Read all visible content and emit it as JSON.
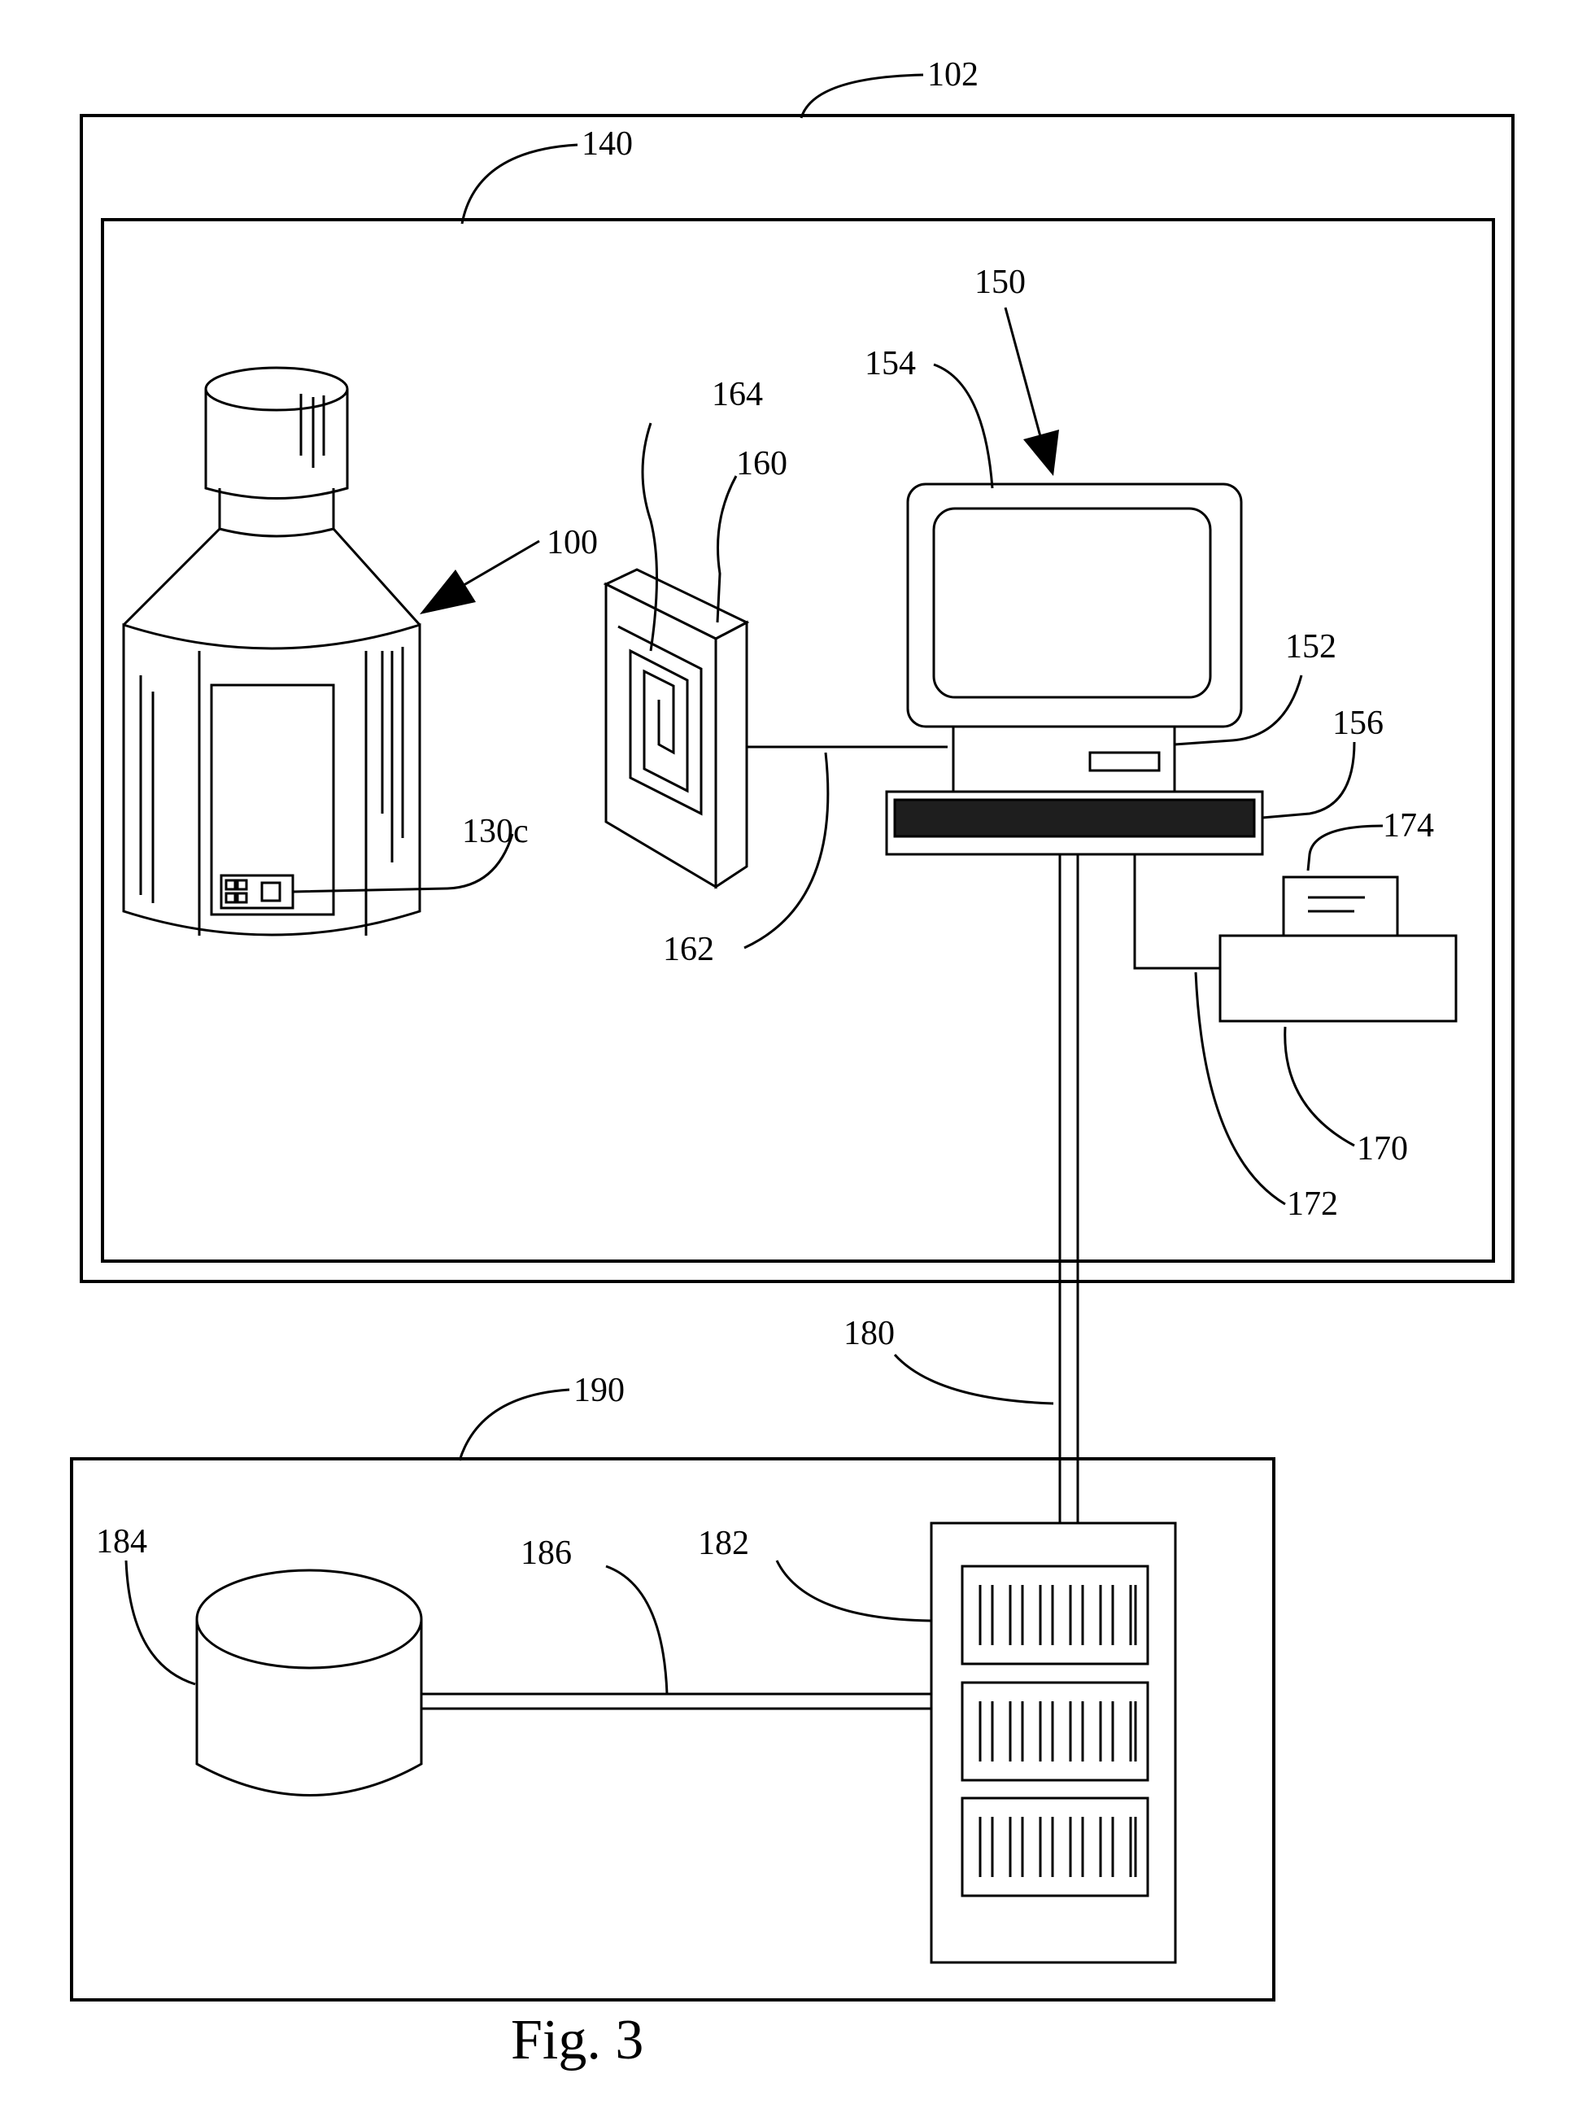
{
  "figure": {
    "caption": "Fig. 3",
    "labels": {
      "facility": "102",
      "room": "140",
      "container": "100",
      "tag": "130c",
      "reader": "160",
      "antenna": "164",
      "reader_cable": "162",
      "workstation": "150",
      "monitor": "154",
      "cpu": "152",
      "keyboard": "156",
      "printer": "170",
      "printout": "174",
      "printer_cable": "172",
      "network": "180",
      "remote_site": "190",
      "server": "182",
      "database": "184",
      "db_link": "186"
    }
  }
}
